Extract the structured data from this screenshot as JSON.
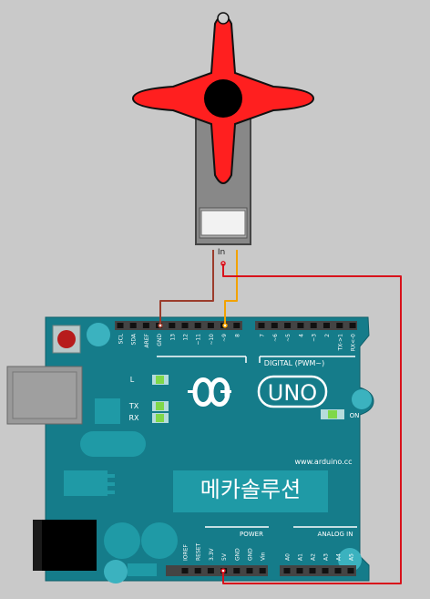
{
  "servo": {
    "pin_label": "In"
  },
  "board": {
    "digital_header_label": "DIGITAL (PWM~)",
    "brand": "UNO",
    "website": "www.arduino.cc",
    "center_text": "메카솔루션",
    "power_label": "POWER",
    "analog_label": "ANALOG IN",
    "on_led_label": "ON",
    "led_labels": {
      "l": "L",
      "tx": "TX",
      "rx": "RX"
    },
    "digital_pins_left": [
      "SCL",
      "SDA",
      "AREF",
      "GND",
      "13",
      "12",
      "~11",
      "~10",
      "~9",
      "8"
    ],
    "digital_pins_right": [
      "7",
      "~6",
      "~5",
      "4",
      "~3",
      "2",
      "TX->1",
      "RX<-0"
    ],
    "power_pins": [
      "IOREF",
      "RESET",
      "3.3V",
      "5V",
      "GND",
      "GND",
      "Vin"
    ],
    "analog_pins": [
      "A0",
      "A1",
      "A2",
      "A3",
      "A4",
      "A5"
    ]
  },
  "colors": {
    "background": "#c9c9c9",
    "board": "#157c8a",
    "servo_horn": "#ff1f1f",
    "wire_power": "#d8121b",
    "wire_ground": "#9b3c2c",
    "wire_signal": "#f2a200",
    "led_green": "#7fd84a"
  }
}
